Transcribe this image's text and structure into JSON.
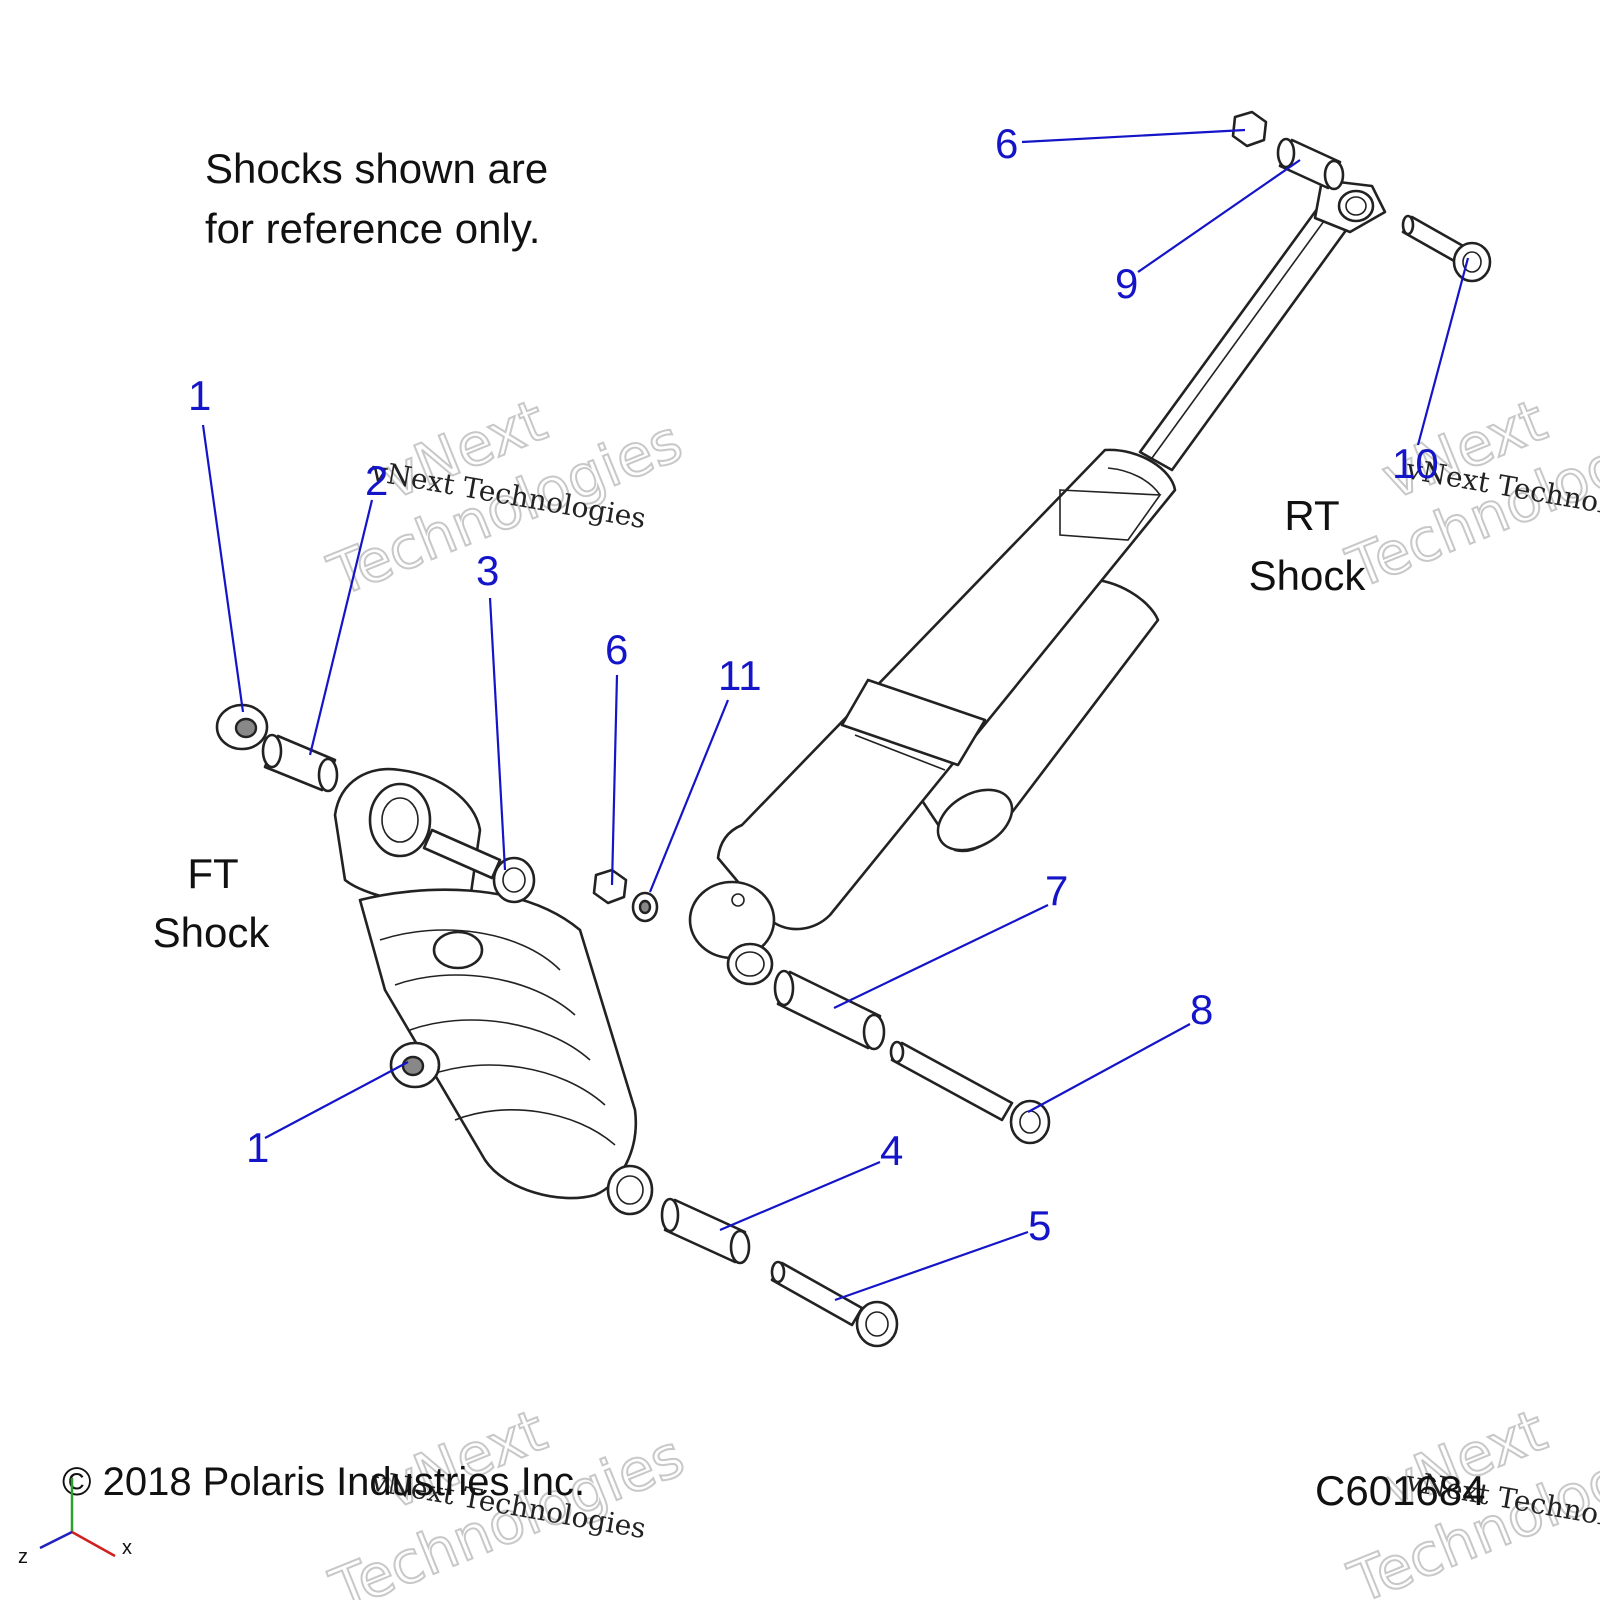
{
  "note": {
    "line1": "Shocks shown are",
    "line2": "for reference only."
  },
  "labels": {
    "ft_shock": {
      "line1": "FT",
      "line2": "Shock"
    },
    "rt_shock": {
      "line1": "RT",
      "line2": "Shock"
    }
  },
  "callouts": [
    "1",
    "2",
    "3",
    "6",
    "11",
    "7",
    "8",
    "1",
    "4",
    "5",
    "6",
    "9",
    "10"
  ],
  "footer": {
    "copyright": "© 2018 Polaris Industries Inc.",
    "part_code": "C601684"
  },
  "axes": {
    "z": "z",
    "x": "x"
  },
  "watermark": {
    "brand_line1": "vNext",
    "brand_line2": "Technologies",
    "small": "vNext Technologies"
  }
}
